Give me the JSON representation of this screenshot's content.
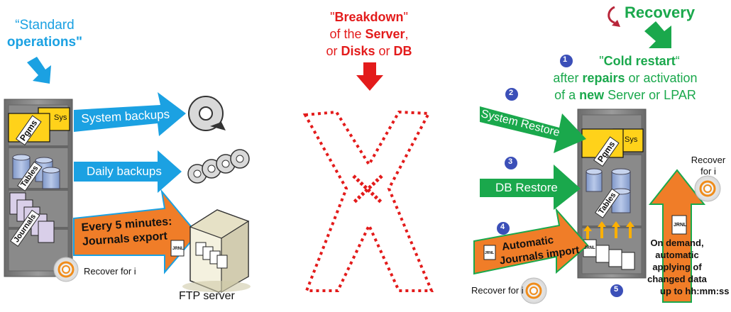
{
  "left": {
    "heading_line1": "“Standard",
    "heading_line2": "operations\"",
    "server_labels": {
      "sys": "Sys",
      "pgms": "Pgms",
      "tables": "Tables",
      "journals": "Journals"
    },
    "arrow_system_backups": "System backups",
    "arrow_daily_backups": "Daily backups",
    "arrow_journals_line1": "Every 5 minutes:",
    "arrow_journals_line2": "Journals export",
    "ftp_label": "FTP server",
    "recover_label": "Recover for i",
    "jrnl_label": "JRNL"
  },
  "middle": {
    "quote_open": "\"",
    "breakdown": "Breakdown",
    "quote_close": "\"",
    "line2_prefix": "of the ",
    "server": "Server",
    "line2_suffix": ",",
    "line3_prefix": "or ",
    "disks": "Disks",
    "line3_mid": " or ",
    "db": "DB"
  },
  "right": {
    "recovery_title": "Recovery",
    "step1_num": "1",
    "cold_restart_prefix": "\"",
    "cold_restart": "Cold restart",
    "cold_restart_suffix": "“",
    "after_prefix": "after ",
    "repairs": "repairs",
    "after_suffix": " or activation",
    "of_a_prefix": "of a ",
    "new": "new",
    "of_a_suffix": " Server or LPAR",
    "step2_num": "2",
    "system_restore": "System Restore",
    "step3_num": "3",
    "db_restore": "DB Restore",
    "step4_num": "4",
    "auto_line1": "Automatic",
    "auto_line2": "Journals import",
    "step5_num": "5",
    "on_demand_lines": [
      "On demand,",
      "automatic",
      "applying of",
      "changed data",
      "up to hh:mm:ss"
    ],
    "recover_label_top": "Recover",
    "recover_label_for_i": "for i",
    "recover_label_bottom": "Recover for i",
    "server_labels": {
      "sys": "Sys",
      "pgms": "Pgms",
      "tables": "Tables"
    },
    "jrnl_label": "JRNL"
  },
  "colors": {
    "blue": "#1ba1e2",
    "red": "#e31b1b",
    "green": "#1aa84c",
    "orange": "#f07d28",
    "yellow": "#ffd21a",
    "step_badge": "#3b4fb8"
  }
}
